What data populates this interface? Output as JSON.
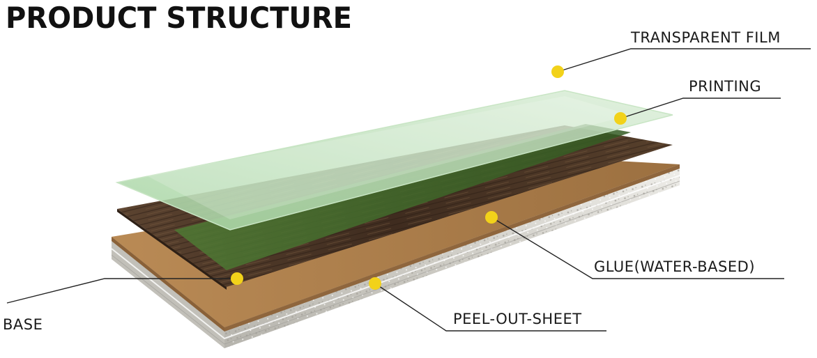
{
  "title": "PRODUCT STRUCTURE",
  "layers": [
    {
      "id": "transparent-film",
      "label": "TRANSPARENT FILM"
    },
    {
      "id": "printing",
      "label": "PRINTING"
    },
    {
      "id": "glue",
      "label": "GLUE(WATER-BASED)"
    },
    {
      "id": "base",
      "label": "BASE"
    },
    {
      "id": "peel-out-sheet",
      "label": "PEEL-OUT-SHEET"
    }
  ],
  "colors": {
    "marker": "#f2d21a",
    "leader_line": "#222222",
    "film": "#b9dcb6",
    "printing_green": "#3f6a28",
    "printing_wood": "#4a3424",
    "glue": "#a77a49",
    "base": "#d9d8d4"
  }
}
